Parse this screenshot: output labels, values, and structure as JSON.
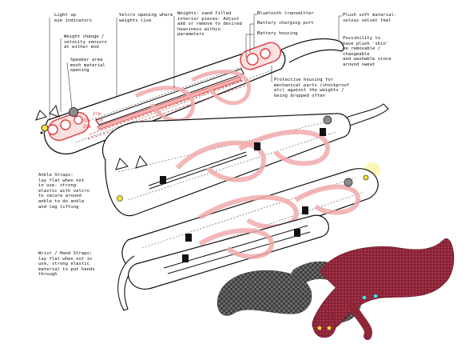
{
  "annotations": {
    "eye_indicators": "Light up\neye indicators",
    "velcro_opening": "Velcro opening where\nweights live",
    "weights": "Weights: sand filled\ninterior pieces- Adjust\nadd or remove to desired\nheaviness within\nparameters",
    "bluetooth": "Bluetooth transmitter",
    "battery_port": "Battery charging port",
    "battery_housing": "Battery housing",
    "plush": "Plush soft material-\nvelous velvet feel",
    "sensors": "Weight change /\nvelocity sensors\nat either end",
    "skin": "Possibility to\nhave plush 'skin'\nbe removable /\nchangeable\nand washable since\naround sweat",
    "speaker": "Speaker area\nmesh material\nopening",
    "housing": "Protective housing for\nmechanical parts (shockproof\netc) against the weights /\nbeing dropped often",
    "ankle": "Ankle Straps:\nlay flat when not\nin use- strong\nelastic with velcro\nto secure around\nankle to do ankle\nand leg lifting",
    "wrist": "Wrist / Hand Straps:\nlay flat when not in\nuse, strong elastic\nmaterial to put hands\nthrough"
  },
  "weight_tags": [
    "2lb",
    "2lb",
    "1lb",
    "1lb"
  ],
  "colors": {
    "accent_red": "#e0393b",
    "strap_pink": "#f1aaaa",
    "eye_yellow": "#f5e23a",
    "eye_cyan": "#39e6ea",
    "plush_red": "#9b2a3d",
    "plush_grey": "#5a5a5a",
    "indicator_grey": "#8c8c8c"
  },
  "icons": [
    "cat-head-icon",
    "speaker-icon",
    "eye-indicator-icon"
  ]
}
